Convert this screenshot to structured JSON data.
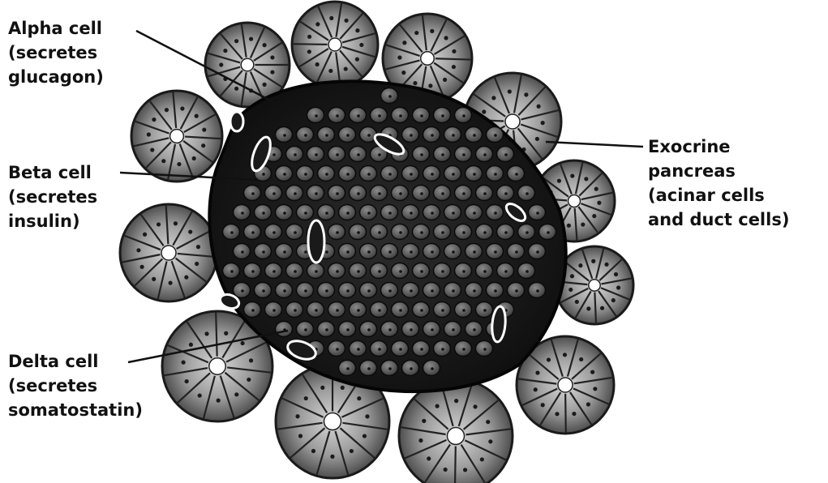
{
  "labels": {
    "alpha": [
      "Alpha cell",
      "(secretes",
      "glucagon)"
    ],
    "beta": [
      "Beta cell",
      "(secretes",
      "insulin)"
    ],
    "delta": [
      "Delta cell",
      "(secretes",
      "somatostatin)"
    ],
    "exocrine": [
      "Exocrine",
      "pancreas",
      "(acinar cells",
      "and duct cells)"
    ]
  },
  "colors": {
    "ink": "#111111",
    "acinar_fill": "#8e8e8e",
    "acinar_edge": "#1a1a1a",
    "islet_bg": "#1e1e1e",
    "islet_cell": "#6a6a6a",
    "capillary": "#ffffff"
  }
}
